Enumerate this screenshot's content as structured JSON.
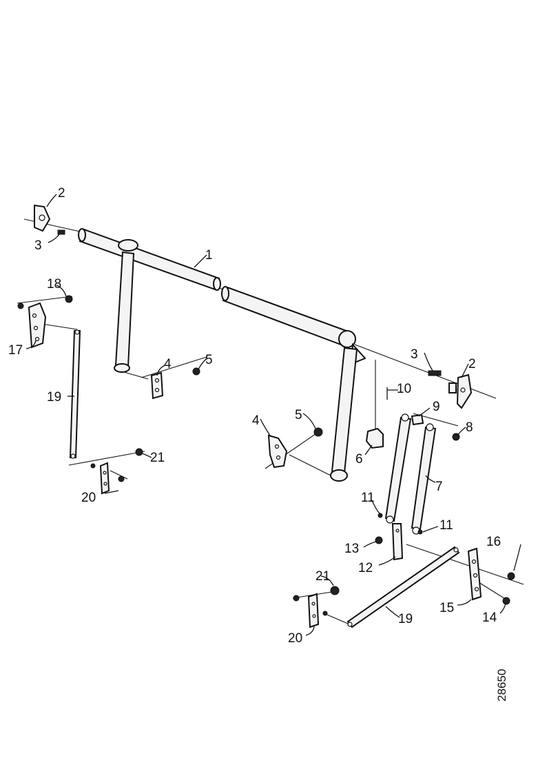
{
  "figure_id": "28650",
  "callouts": {
    "c1": "1",
    "c2_left": "2",
    "c2_right": "2",
    "c3_left": "3",
    "c3_right": "3",
    "c4_left": "4",
    "c4_right": "4",
    "c5_left": "5",
    "c5_right": "5",
    "c6": "6",
    "c7": "7",
    "c8": "8",
    "c9": "9",
    "c10": "10",
    "c11_left": "11",
    "c11_right": "11",
    "c12": "12",
    "c13": "13",
    "c14": "14",
    "c15": "15",
    "c16": "16",
    "c17": "17",
    "c18_left": "18",
    "c18_right": "16",
    "c19_left": "19",
    "c19_right": "19",
    "c20_left": "20",
    "c20_right": "20",
    "c21_left": "21",
    "c21_right": "21"
  }
}
